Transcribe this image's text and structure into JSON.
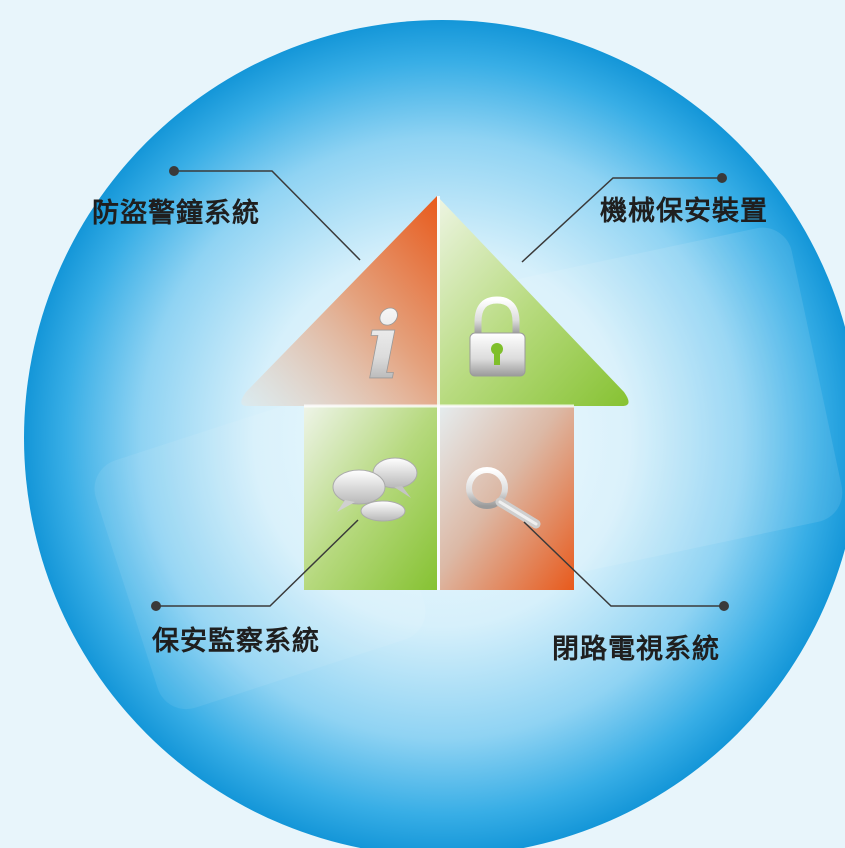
{
  "labels": {
    "top_left": "防盜警鐘系統",
    "top_right": "機械保安裝置",
    "bottom_left": "保安監察系統",
    "bottom_right": "閉路電視系統"
  },
  "icons": {
    "top_left": "info-icon",
    "top_right": "padlock-icon",
    "bottom_left": "speech-bubbles-icon",
    "bottom_right": "magnifier-icon"
  },
  "info_glyph": "i",
  "colors": {
    "page_background": "#e8f5fb",
    "circle_outer": "#1496d8",
    "circle_inner": "#eef9fe",
    "orange": "#e85a1c",
    "green": "#86c232",
    "connector": "#3a3a3a",
    "label_text": "#1f1f1f"
  }
}
